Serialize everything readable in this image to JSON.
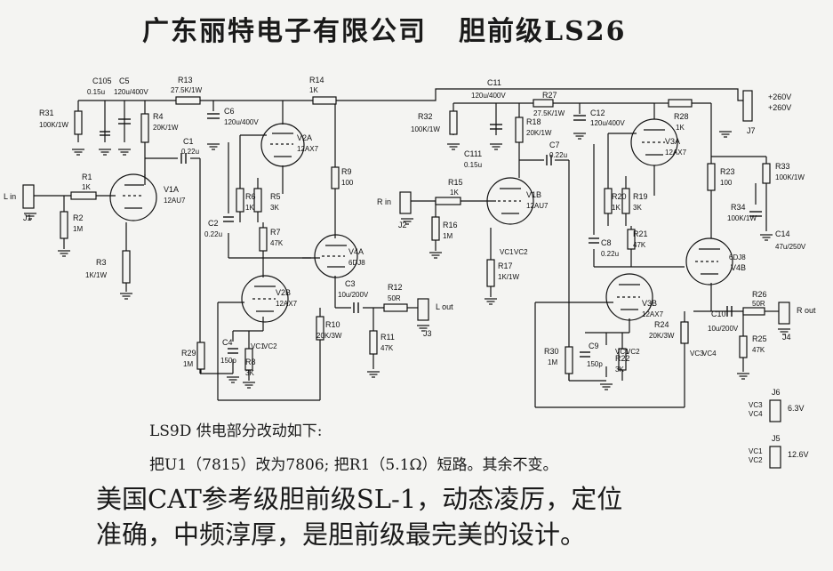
{
  "title": {
    "company": "广东丽特电子有限公司",
    "model": "胆前级LS26"
  },
  "notes": {
    "line1": "LS9D 供电部分改动如下:",
    "line2": "把U1（7815）改为7806; 把R1（5.1Ω）短路。其余不变。",
    "line3": "美国CAT参考级胆前级SL-1，动态凌厉，定位",
    "line4": "准确，中频淳厚，是胆前级最完美的设计。"
  },
  "components": {
    "C105": "C105",
    "C5": "C5",
    "c105v": "0.15u",
    "c5v": "120u/400V",
    "R13": "R13",
    "R13v": "27.5K/1W",
    "R14": "R14",
    "R14v": "1K",
    "C11": "C11",
    "C11v": "120u/400V",
    "R27": "R27",
    "R27v": "27.5K/1W",
    "C12": "C12",
    "C12v": "120u/400V",
    "R31": "R31",
    "R31v": "100K/1W",
    "R4": "R4",
    "R4v": "20K/1W",
    "C6": "C6",
    "C6v": "120u/400V",
    "C1": "C1",
    "C1v": "0.22u",
    "V2A": "V2A",
    "V2Av": "12AX7",
    "R32": "R32",
    "R32v": "100K/1W",
    "C111": "C111",
    "C111v": "0.15u",
    "R18": "R18",
    "R18v": "20K/1W",
    "R28": "R28",
    "R28v": "1K",
    "V3A": "V3A",
    "V3Av": "12AX7",
    "J7": "J7",
    "J7a": "+260V",
    "J7b": "+260V",
    "R1": "R1",
    "R1v": "1K",
    "V1A": "V1A",
    "V1Av": "12AU7",
    "R2": "R2",
    "R2v": "1M",
    "R3": "R3",
    "R3v": "1K/1W",
    "J1": "J1",
    "Lin": "L in",
    "R6": "R6",
    "R6v": "1K",
    "R5": "R5",
    "R5v": "3K",
    "R9": "R9",
    "R9v": "100",
    "C2": "C2",
    "C2v": "0.22u",
    "R7": "R7",
    "R7v": "47K",
    "V4A": "V4A",
    "V4Av": "6DJ8",
    "C7": "C7",
    "C7v": "0.22u",
    "Rin": "R in",
    "J2": "J2",
    "R15": "R15",
    "R15v": "1K",
    "V1B": "V1B",
    "V1Bv": "12AU7",
    "R16": "R16",
    "R16v": "1M",
    "R17": "R17",
    "R17v": "1K/1W",
    "R20": "R20",
    "R20v": "1K",
    "R19": "R19",
    "R19v": "3K",
    "R23": "R23",
    "R23v": "100",
    "R21": "R21",
    "R21v": "47K",
    "C8": "C8",
    "C8v": "0.22u",
    "R33": "R33",
    "R33v": "100K/1W",
    "R34": "R34",
    "R34v": "100K/1W",
    "C14": "C14",
    "C14v": "47u/250V",
    "V4B": "V4B",
    "V4Bv": "6DJ8",
    "V2B": "V2B",
    "V2Bv": "12AX7",
    "C3": "C3",
    "C3v": "10u/200V",
    "R12": "R12",
    "R12v": "50R",
    "Lout": "L out",
    "J3": "J3",
    "R10": "R10",
    "R10v": "20K/3W",
    "R11": "R11",
    "R11v": "47K",
    "R29": "R29",
    "R29v": "1M",
    "C4": "C4",
    "C4v": "150p",
    "R8": "R8",
    "R8v": "3K",
    "V3B": "V3B",
    "V3Bv": "12AX7",
    "R26": "R26",
    "R26v": "50R",
    "Rout": "R out",
    "J4": "J4",
    "C10": "C10",
    "C10v": "10u/200V",
    "R24": "R24",
    "R24v": "20K/3W",
    "R25": "R25",
    "R25v": "47K",
    "R30": "R30",
    "R30v": "1M",
    "C9": "C9",
    "C9v": "150p",
    "R22": "R22",
    "R22v": "3K",
    "J6": "J6",
    "J6v": "6.3V",
    "J5": "J5",
    "J5v": "12.6V",
    "VC1": "VC1",
    "VC2": "VC2",
    "VC3": "VC3",
    "VC4": "VC4"
  }
}
